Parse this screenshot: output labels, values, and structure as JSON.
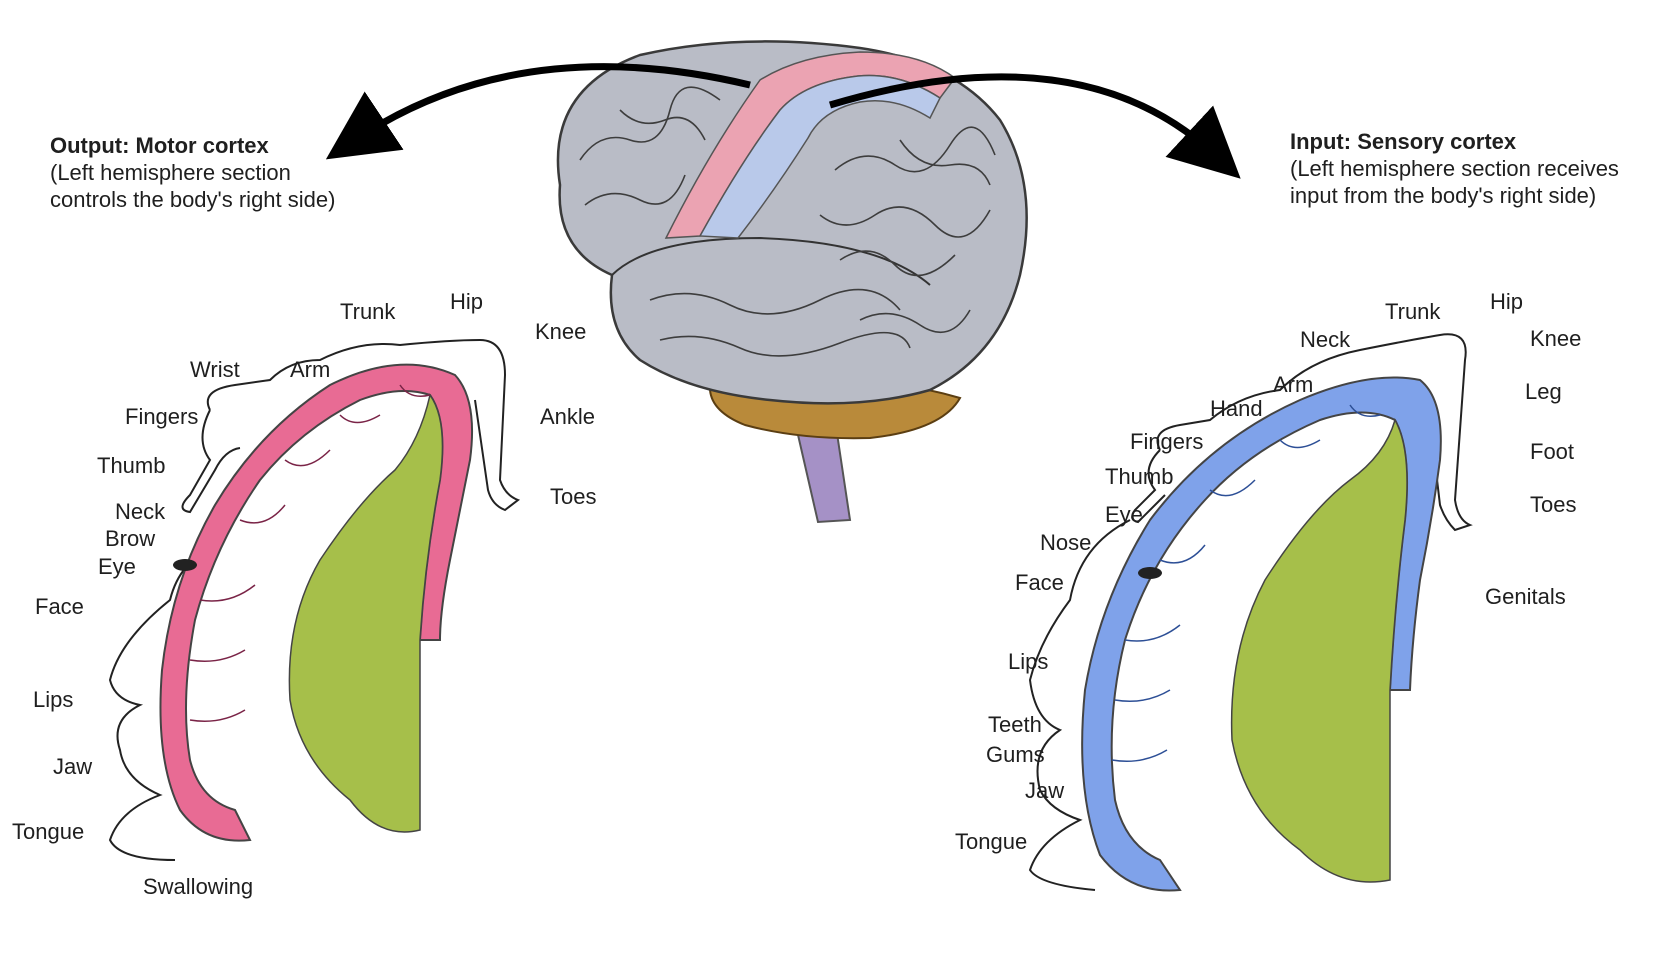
{
  "motor": {
    "title": "Output: Motor cortex",
    "line1": "(Left hemisphere section",
    "line2": "controls the body's right side)",
    "color": "#e86b94",
    "labels": [
      "Trunk",
      "Hip",
      "Knee",
      "Wrist",
      "Arm",
      "Fingers",
      "Ankle",
      "Thumb",
      "Toes",
      "Neck",
      "Brow",
      "Eye",
      "Face",
      "Lips",
      "Jaw",
      "Tongue",
      "Swallowing"
    ]
  },
  "sensory": {
    "title": "Input: Sensory cortex",
    "line1": "(Left hemisphere section receives",
    "line2": "input from the body's right side)",
    "color": "#7fa2ea",
    "labels": [
      "Trunk",
      "Hip",
      "Neck",
      "Knee",
      "Arm",
      "Leg",
      "Hand",
      "Fingers",
      "Foot",
      "Thumb",
      "Toes",
      "Eye",
      "Nose",
      "Face",
      "Genitals",
      "Lips",
      "Teeth",
      "Gums",
      "Jaw",
      "Tongue"
    ]
  },
  "brain": {
    "colors": {
      "cortex": "#b9bcc6",
      "motor_strip": "#eba3b2",
      "sensory_strip": "#b9c9ea",
      "cerebellum": "#b98a3a",
      "brainstem": "#a591c6",
      "inner_tissue": "#a6bf4a"
    }
  }
}
